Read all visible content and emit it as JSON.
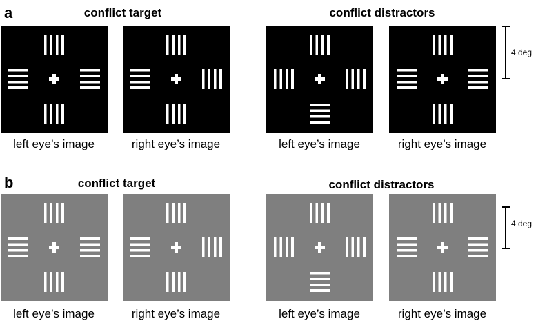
{
  "panels": [
    {
      "label": "a",
      "titles": {
        "left": "conflict target",
        "right": "conflict distractors"
      },
      "captions": [
        "left eye’s image",
        "right eye’s image",
        "left eye’s image",
        "right eye’s image"
      ],
      "scale_label": "4 deg"
    },
    {
      "label": "b",
      "titles": {
        "left": "conflict target",
        "right": "conflict distractors"
      },
      "captions": [
        "left eye’s image",
        "right eye’s image",
        "left eye’s image",
        "right eye’s image"
      ],
      "scale_label": "4 deg"
    }
  ],
  "colors": {
    "panel_a_background": "#000000",
    "panel_b_background": "#7f7f7f",
    "stimulus": "#ffffff"
  }
}
